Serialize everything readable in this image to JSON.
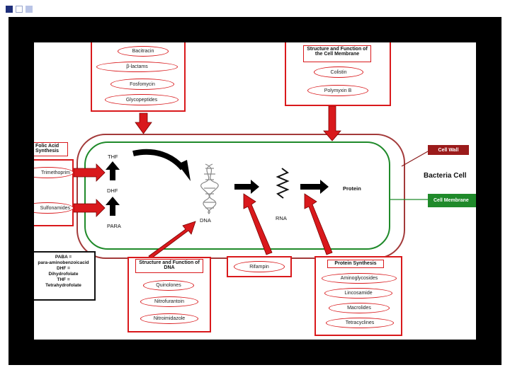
{
  "slide_bullets": {
    "colors": [
      "#1f2f7a",
      "#ffffff",
      "#b9c4e6"
    ]
  },
  "membrane_box": {
    "title": "Structure and Function of the Cell Membrane",
    "items": [
      "Colistin",
      "Polymyxin B"
    ]
  },
  "wall_box": {
    "items": [
      "Bacitracin",
      "β-lactams",
      "Fosfomycin",
      "Glycopeptides"
    ]
  },
  "folic_box": {
    "title": "Folic Acid Synthesis",
    "items": [
      "Trimethoprim",
      "Sulfonamides"
    ]
  },
  "dna_box": {
    "title": "Structure and Function of DNA",
    "items": [
      "Quinolones",
      "Nitrofurantoin",
      "Nitroimidazole"
    ]
  },
  "rna_box": {
    "items": [
      "Rifampin"
    ]
  },
  "protein_box": {
    "title": "Protein Synthesis",
    "items": [
      "Aminoglycosides",
      "Lincosamide",
      "Macrolides",
      "Tetracyclines"
    ]
  },
  "cell": {
    "title": "Bacteria Cell",
    "wall_label": "Cell Wall",
    "membrane_label": "Cell Membrane",
    "wall_color": "#9b1b1b",
    "membrane_color": "#1f8a2a",
    "labels": {
      "thf": "THF",
      "dhf": "DHF",
      "para": "PARA",
      "dna": "DNA",
      "rna": "RNA",
      "protein": "Protein"
    }
  },
  "legend": {
    "lines": [
      "PABA =",
      "para-aminobenzoicacid",
      "DHF =",
      "Dihydrofolate",
      "THF =",
      "Tetrahydrofolate"
    ]
  }
}
